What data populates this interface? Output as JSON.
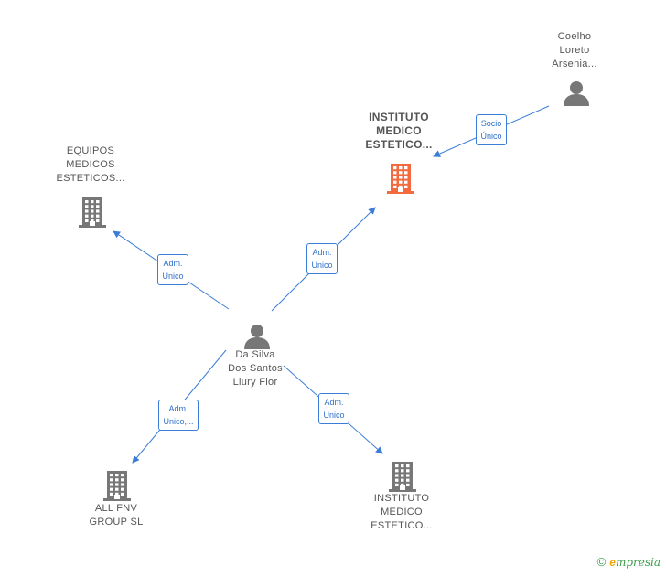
{
  "colors": {
    "edge": "#3b7dd8",
    "node_default": "#777777",
    "node_focus": "#f26a3d"
  },
  "nodes": [
    {
      "id": "coelho",
      "type": "person-icon",
      "lines": [
        "Coelho",
        "Loreto",
        "Arsenia..."
      ]
    },
    {
      "id": "instituto_focus",
      "type": "building-icon",
      "focus": true,
      "lines": [
        "INSTITUTO",
        "MEDICO",
        "ESTETICO..."
      ]
    },
    {
      "id": "equipos",
      "type": "building-icon",
      "lines": [
        "EQUIPOS",
        "MEDICOS",
        "ESTETICOS..."
      ]
    },
    {
      "id": "dasilva",
      "type": "person-icon",
      "lines": [
        "Da Silva",
        "Dos Santos",
        "Llury Flor"
      ]
    },
    {
      "id": "allfnv",
      "type": "building-icon",
      "lines": [
        "ALL FNV",
        "GROUP  SL"
      ]
    },
    {
      "id": "instituto2",
      "type": "building-icon",
      "lines": [
        "INSTITUTO",
        "MEDICO",
        "ESTETICO..."
      ]
    }
  ],
  "edges": [
    {
      "id": "e1",
      "from": "coelho",
      "to": "instituto_focus",
      "lines": [
        "Socio",
        "Único"
      ]
    },
    {
      "id": "e2",
      "from": "dasilva",
      "to": "equipos",
      "lines": [
        "Adm.",
        "Unico"
      ]
    },
    {
      "id": "e3",
      "from": "dasilva",
      "to": "instituto_focus",
      "lines": [
        "Adm.",
        "Unico"
      ]
    },
    {
      "id": "e4",
      "from": "dasilva",
      "to": "allfnv",
      "lines": [
        "Adm.",
        "Unico,..."
      ]
    },
    {
      "id": "e5",
      "from": "dasilva",
      "to": "instituto2",
      "lines": [
        "Adm.",
        "Unico"
      ]
    }
  ],
  "footer": {
    "copyright_symbol": "©",
    "brand_initial": "e",
    "brand_rest": "mpresia"
  }
}
